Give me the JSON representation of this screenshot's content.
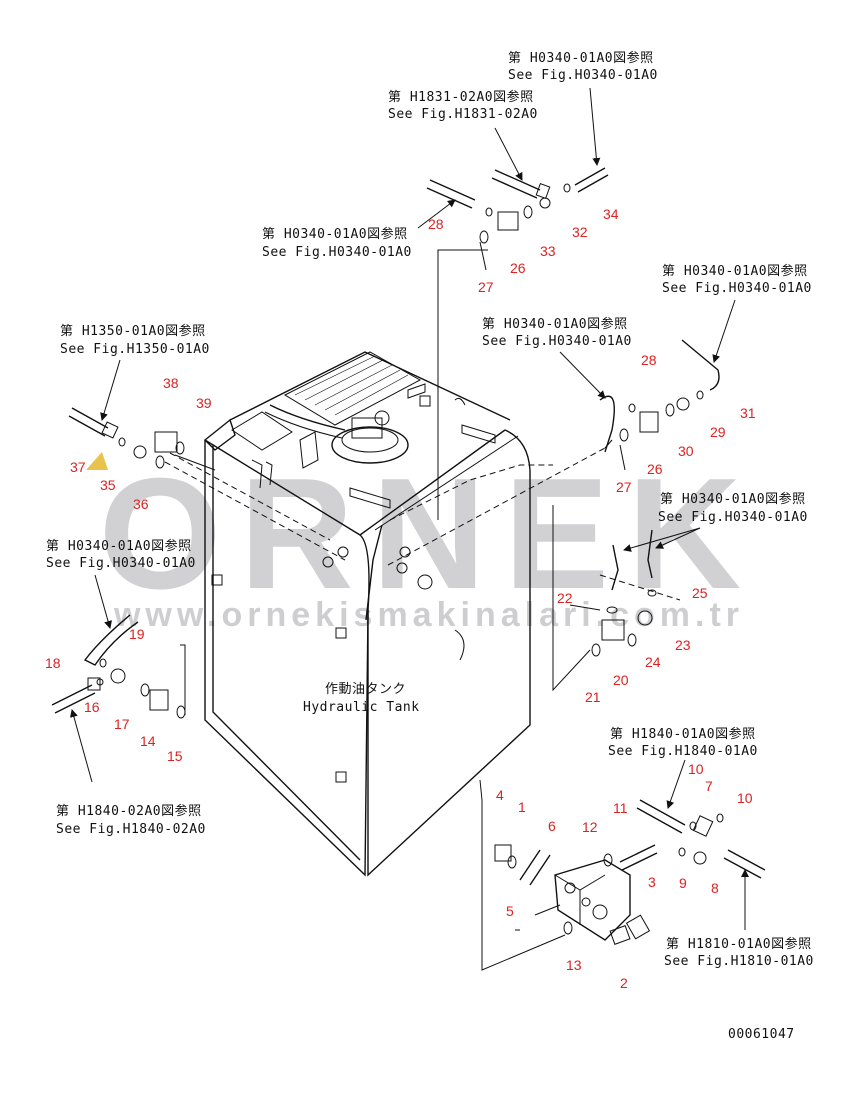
{
  "watermark": {
    "brand": "ORNEK",
    "url": "www.ornekismakinalari.com.tr",
    "brand_color": "#c9c9cc",
    "accent_color": "#e8c24a"
  },
  "colors": {
    "line": "#111111",
    "callout": "#d22222"
  },
  "tank_label": {
    "jp": "作動油タンク",
    "en": "Hydraulic Tank"
  },
  "drawing_number": "00061047",
  "references": [
    {
      "id": "ref-h0340-top",
      "jp": "第 H0340-01A0図参照",
      "en": "See Fig.H0340-01A0"
    },
    {
      "id": "ref-h1831",
      "jp": "第 H1831-02A0図参照",
      "en": "See Fig.H1831-02A0"
    },
    {
      "id": "ref-h0340-left-top",
      "jp": "第 H0340-01A0図参照",
      "en": "See Fig.H0340-01A0"
    },
    {
      "id": "ref-h0340-right-a",
      "jp": "第 H0340-01A0図参照",
      "en": "See Fig.H0340-01A0"
    },
    {
      "id": "ref-h1350",
      "jp": "第 H1350-01A0図参照",
      "en": "See Fig.H1350-01A0"
    },
    {
      "id": "ref-h0340-mid",
      "jp": "第 H0340-01A0図参照",
      "en": "See Fig.H0340-01A0"
    },
    {
      "id": "ref-h0340-right-b",
      "jp": "第 H0340-01A0図参照",
      "en": "See Fig.H0340-01A0"
    },
    {
      "id": "ref-h0340-left",
      "jp": "第 H0340-01A0図参照",
      "en": "See Fig.H0340-01A0"
    },
    {
      "id": "ref-h1840-01",
      "jp": "第 H1840-01A0図参照",
      "en": "See Fig.H1840-01A0"
    },
    {
      "id": "ref-h1840-02",
      "jp": "第 H1840-02A0図参照",
      "en": "See Fig.H1840-02A0"
    },
    {
      "id": "ref-h1810",
      "jp": "第 H1810-01A0図参照",
      "en": "See Fig.H1810-01A0"
    }
  ],
  "callouts": [
    "34",
    "32",
    "33",
    "28",
    "26",
    "27",
    "38",
    "39",
    "37",
    "35",
    "36",
    "28",
    "31",
    "29",
    "30",
    "26",
    "27",
    "25",
    "22",
    "23",
    "24",
    "20",
    "21",
    "19",
    "18",
    "16",
    "17",
    "14",
    "15",
    "10",
    "7",
    "10",
    "4",
    "1",
    "6",
    "12",
    "11",
    "9",
    "8",
    "3",
    "5",
    "13",
    "2"
  ]
}
